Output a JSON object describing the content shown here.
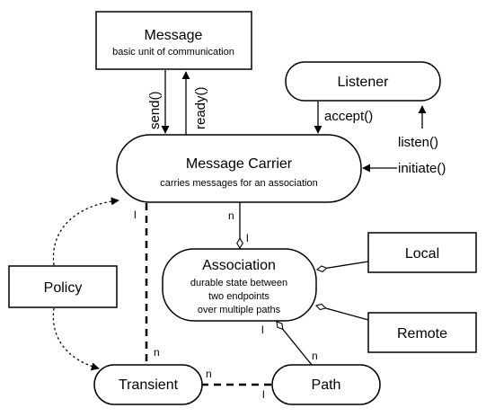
{
  "nodes": {
    "message": {
      "title": "Message",
      "subtitle": "basic unit of communication"
    },
    "listener": {
      "title": "Listener"
    },
    "carrier": {
      "title": "Message Carrier",
      "subtitle": "carries messages for an association"
    },
    "association": {
      "title": "Association",
      "lines": [
        "durable state between",
        "two endpoints",
        "over multiple paths"
      ]
    },
    "local": {
      "title": "Local"
    },
    "remote": {
      "title": "Remote"
    },
    "policy": {
      "title": "Policy"
    },
    "transient": {
      "title": "Transient"
    },
    "path": {
      "title": "Path"
    }
  },
  "edges": {
    "send": "send()",
    "ready": "ready()",
    "accept": "accept()",
    "listen": "listen()",
    "initiate": "initiate()"
  },
  "multiplicities": {
    "carrier_transient_top": "l",
    "carrier_transient_bottom": "n",
    "carrier_assoc_top": "n",
    "carrier_assoc_bottom": "l",
    "assoc_path_top": "l",
    "assoc_path_bottom": "n",
    "transient_path_left": "n",
    "transient_path_right": "l"
  }
}
